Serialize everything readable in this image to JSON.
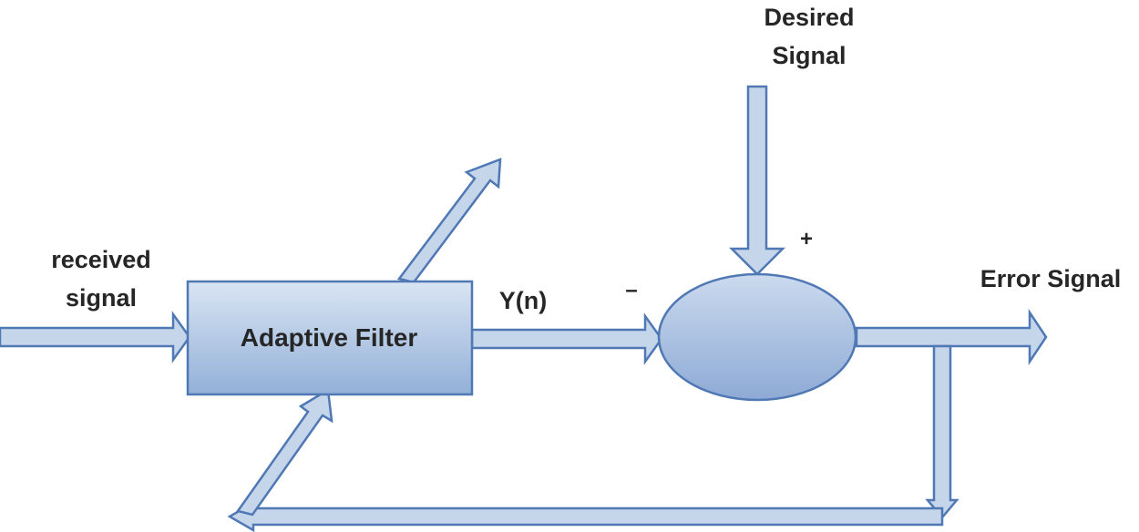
{
  "labels": {
    "desired_signal_line1": "Desired",
    "desired_signal_line2": "Signal",
    "received_signal_line1": "received",
    "received_signal_line2": "signal",
    "adaptive_filter": "Adaptive Filter",
    "output": "Y(n)",
    "minus": "–",
    "plus": "+",
    "error_signal": "Error Signal"
  },
  "colors": {
    "arrow_fill": "#c5d5ea",
    "arrow_stroke": "#4f78b5",
    "block_fill_top": "#d7e3f2",
    "block_fill_bottom": "#93b0d8",
    "text": "#262626"
  }
}
